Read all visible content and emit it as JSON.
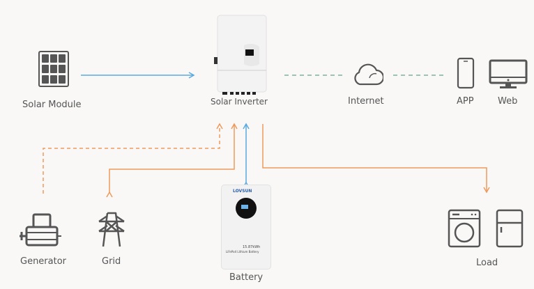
{
  "diagram": {
    "title": "Solar energy storage system diagram",
    "nodes": {
      "solar_module": "Solar Module",
      "solar_inverter": "Solar Inverter",
      "internet": "Internet",
      "app": "APP",
      "web": "Web",
      "generator": "Generator",
      "grid": "Grid",
      "battery": "Battery",
      "load": "Load"
    },
    "battery_device": {
      "brand": "LOVSUN",
      "spec": "15.87kWh",
      "type": "LiFePo4 Lithium Battery"
    },
    "connections": [
      {
        "from": "Solar Module",
        "to": "Solar Inverter",
        "style": "solid",
        "color": "#5aa9df",
        "direction": "one-way"
      },
      {
        "from": "Solar Inverter",
        "to": "Internet",
        "style": "dashed",
        "color": "#3a8f6e"
      },
      {
        "from": "Internet",
        "to": "APP/Web",
        "style": "dashed",
        "color": "#3a8f6e"
      },
      {
        "from": "Generator",
        "to": "Solar Inverter",
        "style": "dashed",
        "color": "#f0a060",
        "direction": "one-way"
      },
      {
        "from": "Grid",
        "to": "Solar Inverter",
        "style": "solid",
        "color": "#f0a060",
        "direction": "two-way"
      },
      {
        "from": "Battery",
        "to": "Solar Inverter",
        "style": "solid",
        "color": "#5aa9df",
        "direction": "two-way"
      },
      {
        "from": "Solar Inverter",
        "to": "Load",
        "style": "solid",
        "color": "#f0a060",
        "direction": "one-way"
      }
    ]
  }
}
